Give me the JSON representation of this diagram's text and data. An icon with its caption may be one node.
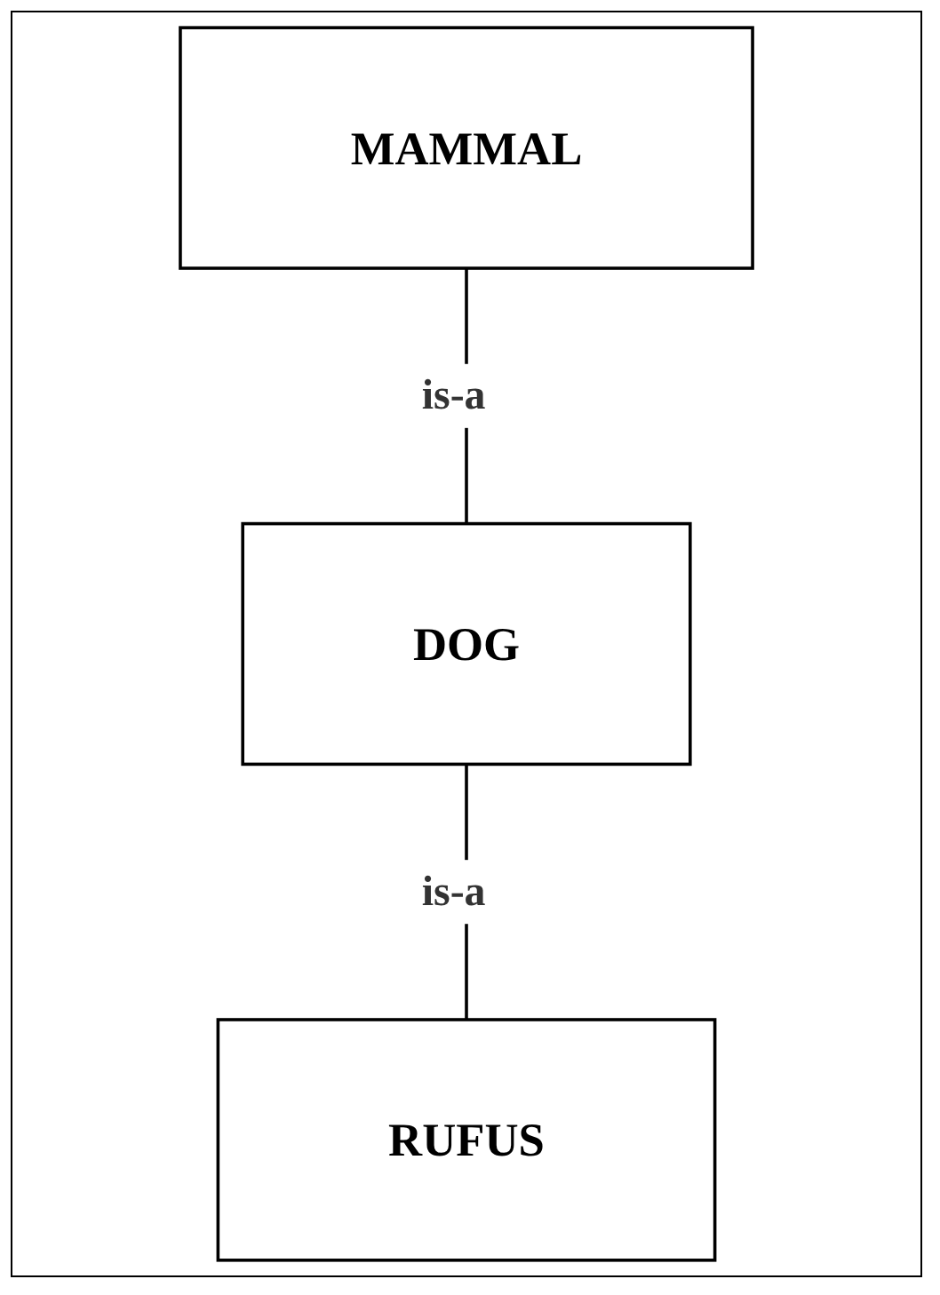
{
  "diagram": {
    "nodes": [
      {
        "text": [
          "MAMMAL"
        ]
      },
      {
        "text": [
          "DOG"
        ]
      },
      {
        "text": [
          "RUFUS"
        ]
      }
    ],
    "edges": [
      {
        "from": 0,
        "to": 1,
        "arrow": "none",
        "label": "is-a"
      },
      {
        "from": 1,
        "to": 2,
        "arrow": "none",
        "label": "is-a"
      }
    ]
  }
}
